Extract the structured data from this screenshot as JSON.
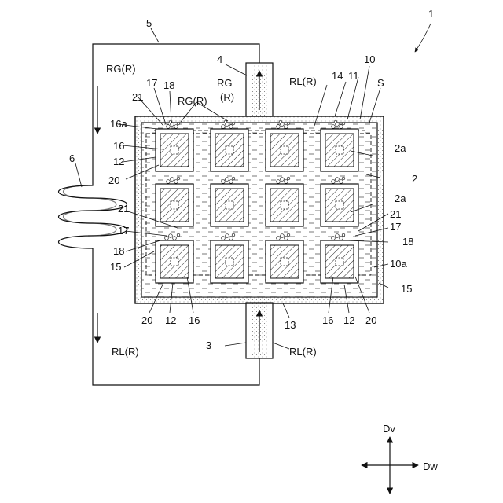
{
  "figure_number": "1",
  "labels": {
    "n2": "2",
    "n2a_top": "2a",
    "n2a_mid": "2a",
    "n3": "3",
    "n4": "4",
    "n5": "5",
    "n6": "6",
    "n10": "10",
    "n10a": "10a",
    "n11": "11",
    "n13": "13",
    "n14": "14",
    "n15_left": "15",
    "n15_right": "15",
    "n16_top": "16",
    "n16a": "16a",
    "n16_bl": "16",
    "n16_br": "16",
    "n12_top": "12",
    "n12_bl": "12",
    "n12_br": "12",
    "n17_top": "17",
    "n17_left": "17",
    "n17_right": "17",
    "n18_top": "18",
    "n18_left": "18",
    "n18_right": "18",
    "n20_top": "20",
    "n20_bl": "20",
    "n20_br": "20",
    "n21_top": "21",
    "n21_left": "21",
    "n21_right": "21",
    "S": "S",
    "rg_r_left": "RG(R)",
    "rg_r_inside": "RG(R)",
    "rg_pipe_1": "RG",
    "rg_pipe_2": "(R)",
    "rl_r_top": "RL(R)",
    "rl_r_left": "RL(R)",
    "rl_r_pipe": "RL(R)",
    "dv": "Dv",
    "dw": "Dw"
  }
}
